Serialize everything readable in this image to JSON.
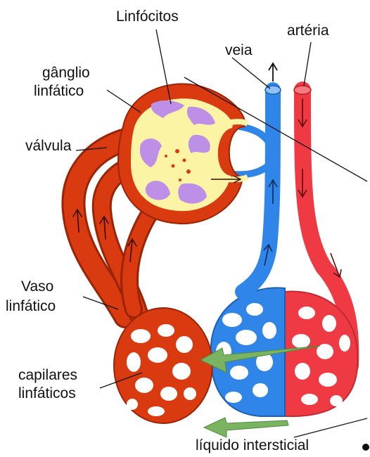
{
  "labels": {
    "linfocitos": "Linfócitos",
    "veia": "veia",
    "arteria": "artéria",
    "ganglio_line1": "gânglio",
    "ganglio_line2": "linfático",
    "valvula": "válvula",
    "vaso_line1": "Vaso",
    "vaso_line2": "linfático",
    "capilares_line1": "capilares",
    "capilares_line2": "linfáticos",
    "liquido": "líquido intersticial"
  },
  "colors": {
    "lymph_vessel": "#d93a10",
    "lymph_vessel_dark": "#9c2406",
    "node_interior": "#fbf4a4",
    "lymphocyte_purple": "#bd8fe6",
    "vein_blue": "#2f86e8",
    "artery_red": "#ef3a43",
    "fluid_arrow_green": "#7ab463",
    "label_text": "#111111"
  }
}
